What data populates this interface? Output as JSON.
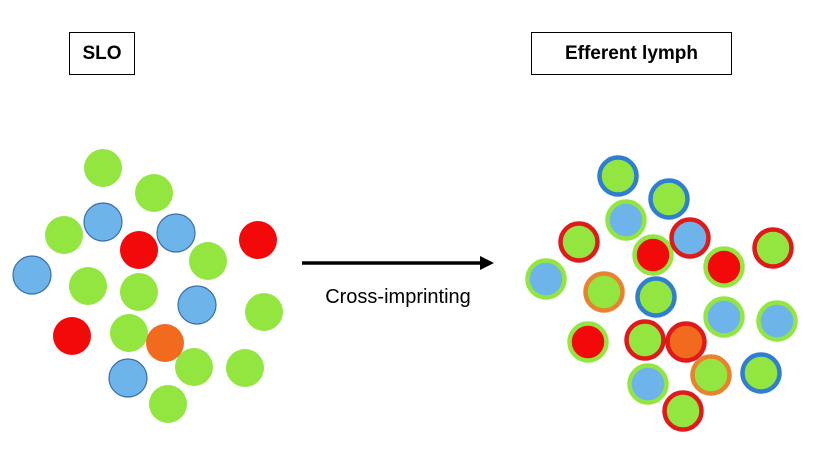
{
  "left_panel": {
    "label": "SLO",
    "cells": [
      {
        "fill": "green"
      },
      {
        "fill": "green"
      },
      {
        "fill": "blue"
      },
      {
        "fill": "green"
      },
      {
        "fill": "blue"
      },
      {
        "fill": "red"
      },
      {
        "fill": "red"
      },
      {
        "fill": "blue"
      },
      {
        "fill": "green"
      },
      {
        "fill": "green"
      },
      {
        "fill": "green"
      },
      {
        "fill": "green"
      },
      {
        "fill": "blue"
      },
      {
        "fill": "green"
      },
      {
        "fill": "red"
      },
      {
        "fill": "green"
      },
      {
        "fill": "orange"
      },
      {
        "fill": "green"
      },
      {
        "fill": "green"
      },
      {
        "fill": "blue"
      },
      {
        "fill": "green"
      }
    ]
  },
  "process": {
    "label": "Cross-imprinting",
    "arrow_icon": "right-arrow-icon"
  },
  "right_panel": {
    "label": "Efferent lymph",
    "cells": [
      {
        "fill": "green",
        "ring": "blue"
      },
      {
        "fill": "green",
        "ring": "blue"
      },
      {
        "fill": "blue",
        "ring": "green"
      },
      {
        "fill": "green",
        "ring": "red"
      },
      {
        "fill": "red",
        "ring": "green"
      },
      {
        "fill": "blue",
        "ring": "red"
      },
      {
        "fill": "green",
        "ring": "red"
      },
      {
        "fill": "red",
        "ring": "green"
      },
      {
        "fill": "blue",
        "ring": "green"
      },
      {
        "fill": "green",
        "ring": "orange"
      },
      {
        "fill": "green",
        "ring": "blue"
      },
      {
        "fill": "blue",
        "ring": "green"
      },
      {
        "fill": "blue",
        "ring": "green"
      },
      {
        "fill": "red",
        "ring": "green"
      },
      {
        "fill": "green",
        "ring": "red"
      },
      {
        "fill": "orange",
        "ring": "red"
      },
      {
        "fill": "green",
        "ring": "orange"
      },
      {
        "fill": "green",
        "ring": "blue"
      },
      {
        "fill": "blue",
        "ring": "green"
      },
      {
        "fill": "green",
        "ring": "red"
      }
    ]
  },
  "colors": {
    "green": "#92e63f",
    "blue": "#6cb4ea",
    "red": "#f30909",
    "orange": "#f26a1e",
    "ring_blue": "#2f7fd0",
    "ring_red": "#e01a1a",
    "ring_green": "#92e63f",
    "ring_orange": "#e9822e",
    "left_blue_stroke": "#3c6fa8",
    "arrow": "#000000"
  }
}
